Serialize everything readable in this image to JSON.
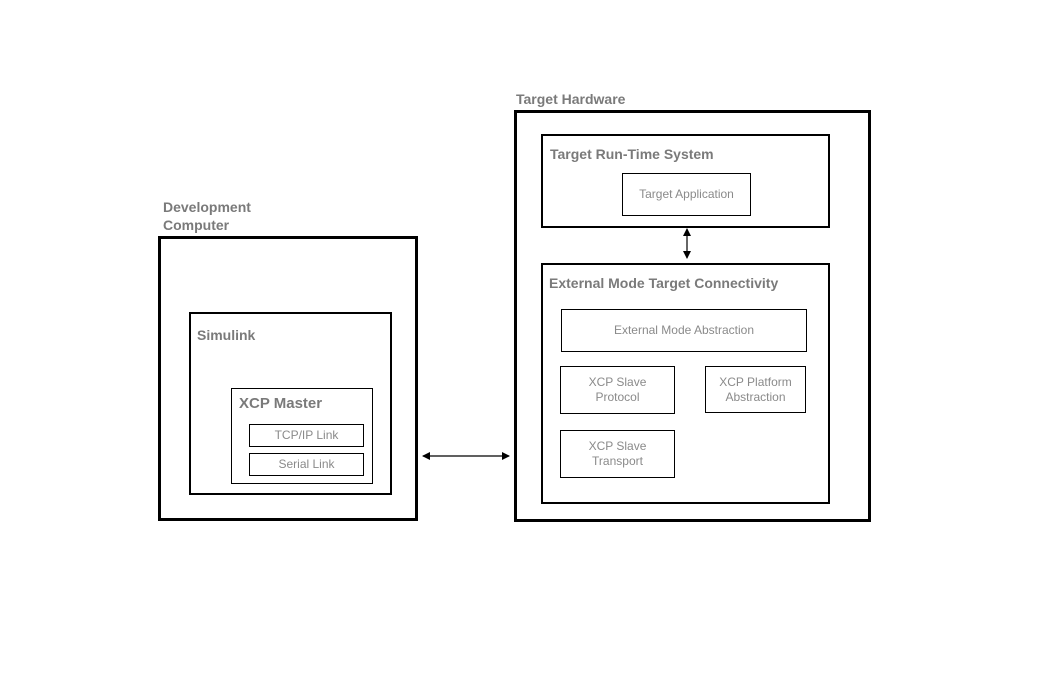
{
  "dev": {
    "title": "Development\nComputer",
    "simulink": {
      "title": "Simulink",
      "xcp_master": {
        "title": "XCP Master",
        "tcpip": "TCP/IP Link",
        "serial": "Serial Link"
      }
    }
  },
  "target": {
    "title": "Target Hardware",
    "runtime": {
      "title": "Target Run-Time System",
      "app": "Target Application"
    },
    "connectivity": {
      "title": "External Mode Target Connectivity",
      "abstraction": "External Mode Abstraction",
      "slave_protocol": "XCP Slave\nProtocol",
      "platform_abstraction": "XCP Platform\nAbstraction",
      "slave_transport": "XCP Slave\nTransport"
    }
  }
}
